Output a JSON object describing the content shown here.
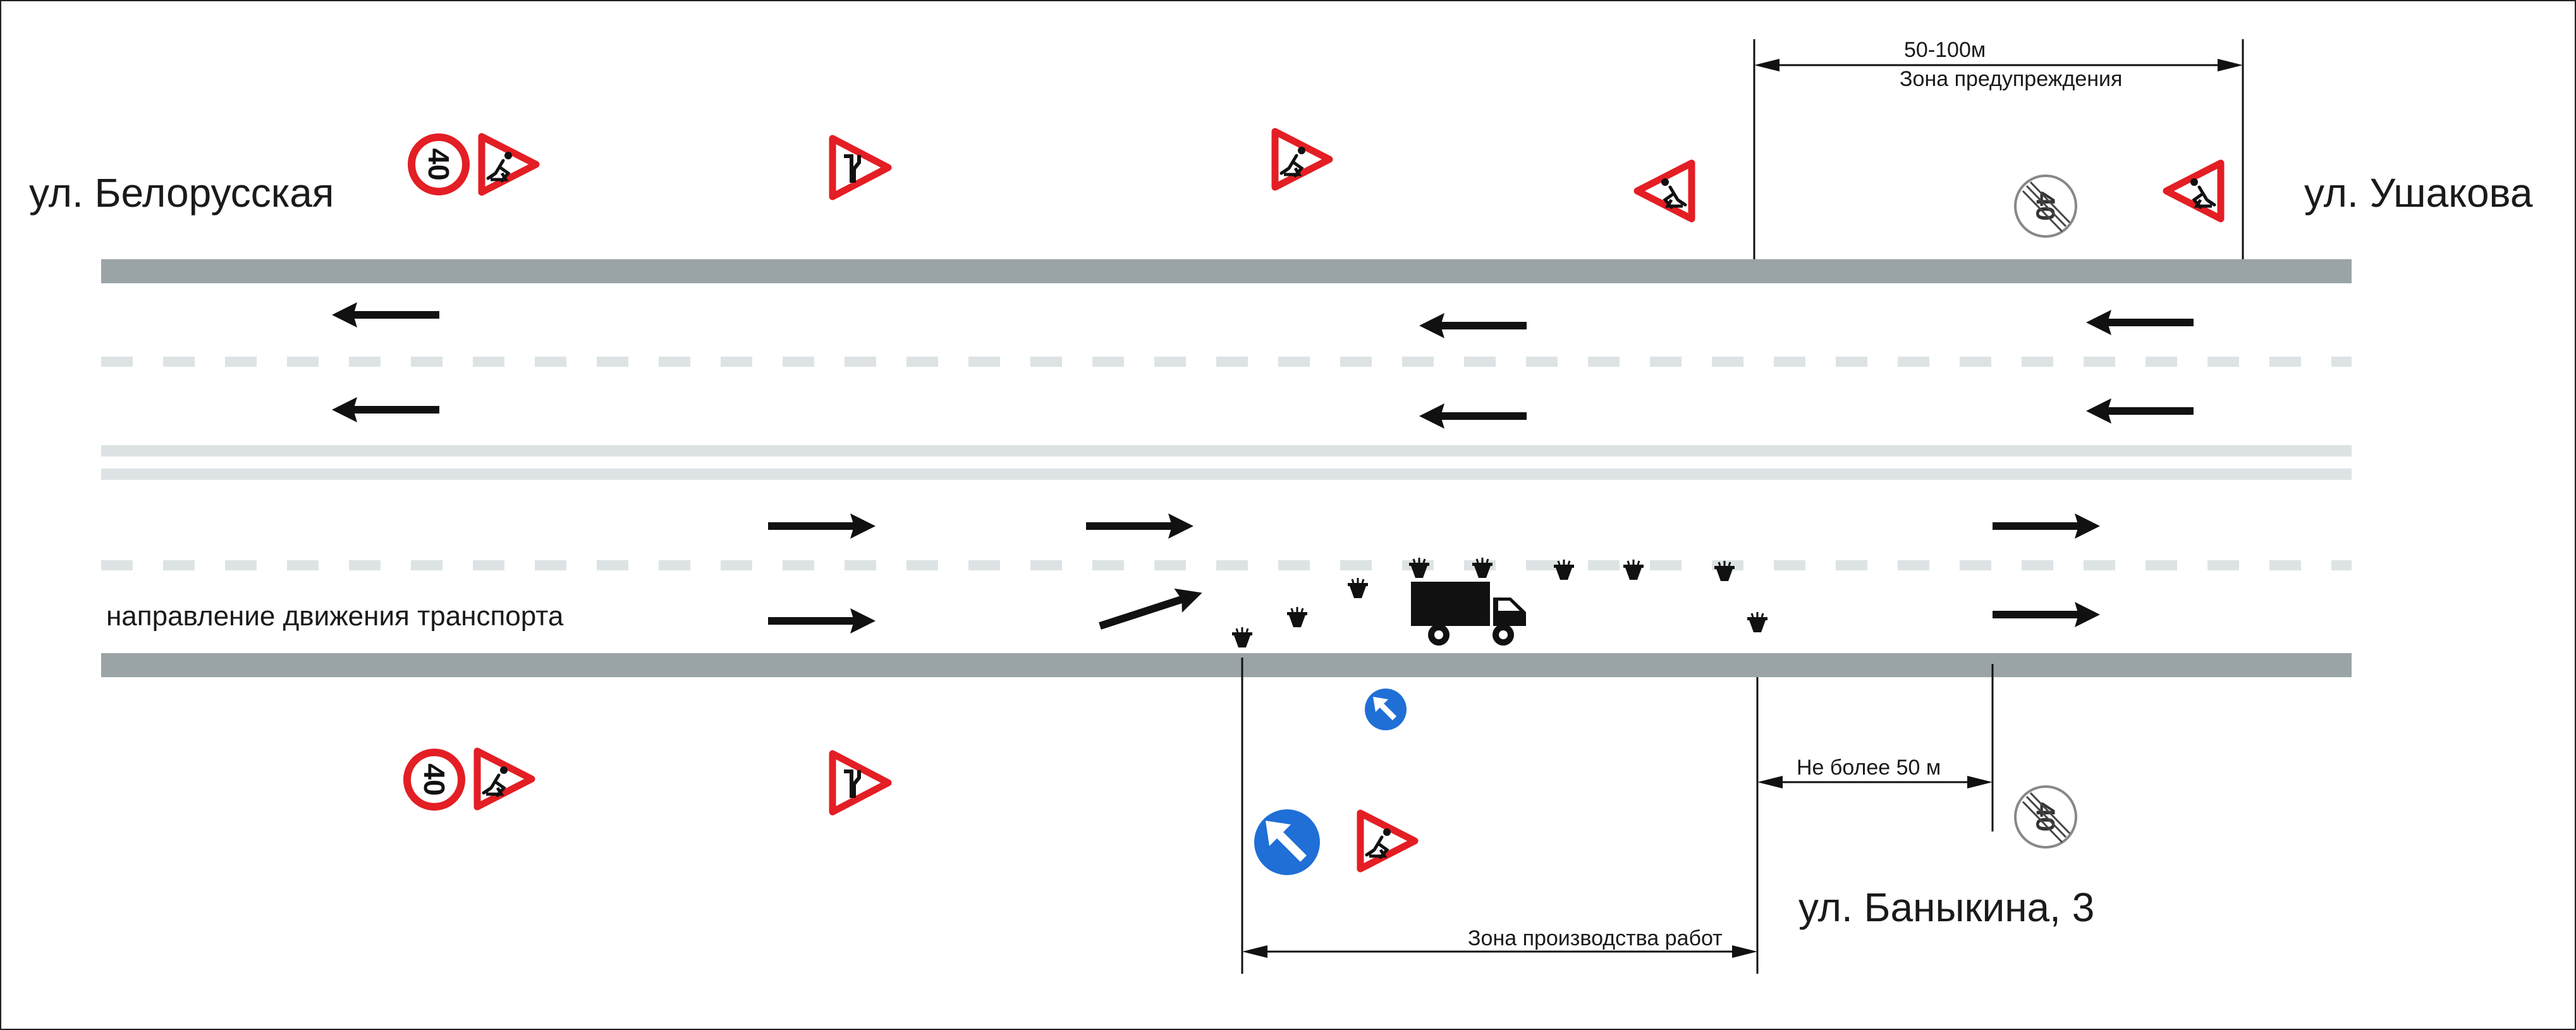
{
  "streets": {
    "left": "ул. Белорусская",
    "right": "ул. Ушакова",
    "bottom": "ул. Баныкина, 3"
  },
  "traffic_note": "направление движения транспорта",
  "dimensions": {
    "warning_distance": "50-100м",
    "warning_zone": "Зона предупреждения",
    "max_distance": "Не более 50 м",
    "work_zone": "Зона производства работ"
  },
  "signs": {
    "speed_limit_value": "40",
    "end_of_limit_value": "40"
  },
  "colors": {
    "road_edge": "#9aa4a6",
    "lane_marking": "#dde3e4",
    "sign_red": "#e31e24",
    "sign_blue": "#1f6fd6",
    "arrow": "#111111"
  }
}
